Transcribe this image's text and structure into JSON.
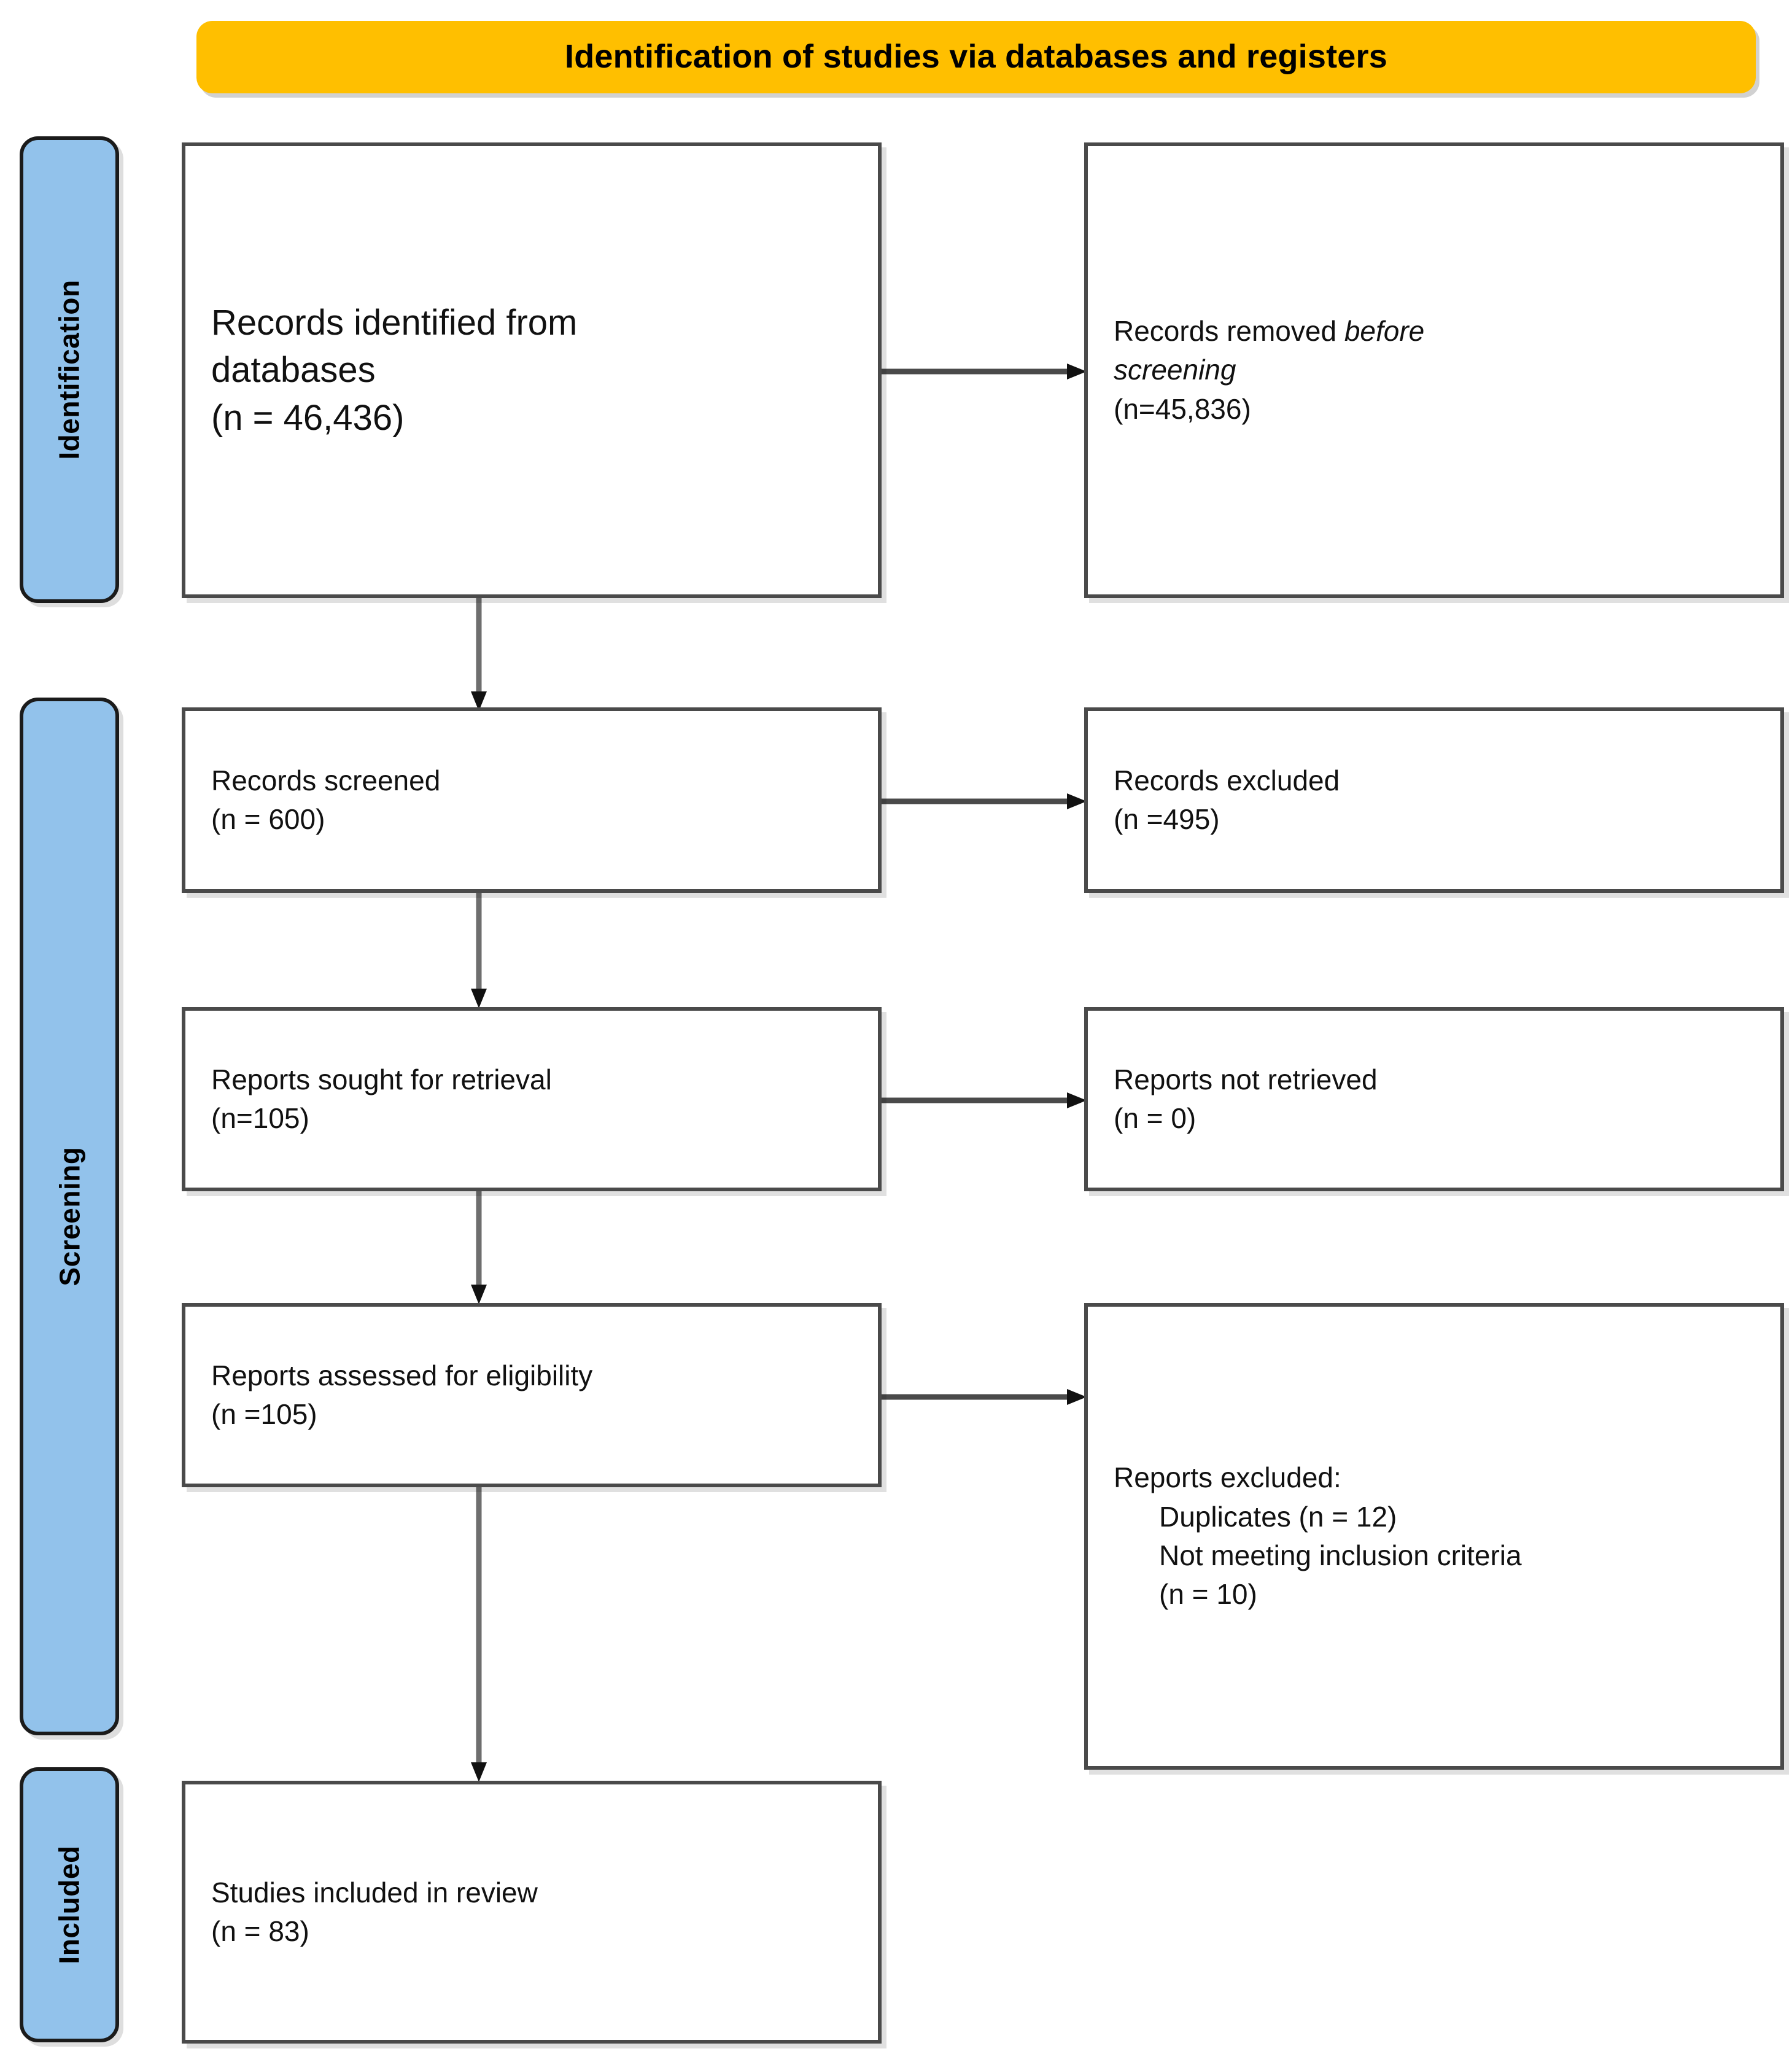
{
  "diagram": {
    "type": "prisma-flow-diagram",
    "header": {
      "title": "Identification of studies via databases and registers",
      "background_color": "#FFBF00",
      "text_color": "#000000"
    },
    "stages": [
      {
        "id": "identification",
        "label": "Identification",
        "color": "#92C2EB"
      },
      {
        "id": "screening",
        "label": "Screening",
        "color": "#92C2EB"
      },
      {
        "id": "included",
        "label": "Included",
        "color": "#92C2EB"
      }
    ],
    "boxes": {
      "identified": {
        "line1": "Records identified from",
        "line2": "databases",
        "line3": "(n = 46,436)",
        "count": 46436
      },
      "removed_before_screening": {
        "line1_plain": "Records removed ",
        "line1_italic": "before",
        "line2_italic": "screening",
        "line3": "(n=45,836)",
        "count": 45836
      },
      "records_screened": {
        "line1": "Records screened",
        "line2": "(n = 600)",
        "count": 600
      },
      "records_excluded": {
        "line1": "Records excluded",
        "line2": "(n =495)",
        "count": 495
      },
      "reports_sought": {
        "line1": "Reports sought for retrieval",
        "line2": "(n=105)",
        "count": 105
      },
      "reports_not_retrieved": {
        "line1": "Reports not retrieved",
        "line2": "(n = 0)",
        "count": 0
      },
      "reports_assessed": {
        "line1": "Reports assessed for eligibility",
        "line2": "(n =105)",
        "count": 105
      },
      "reports_excluded": {
        "line1": "Reports excluded:",
        "line2": "Duplicates (n = 12)",
        "line3": "Not meeting inclusion criteria",
        "line4": "(n = 10)",
        "duplicates_count": 12,
        "not_meeting_count": 10
      },
      "studies_included": {
        "line1": "Studies included in review",
        "line2": "(n = 83)",
        "count": 83
      }
    },
    "connectors": {
      "arrow_color": "#4a4a4a",
      "vertical": [
        {
          "from": "identified",
          "to": "records_screened"
        },
        {
          "from": "records_screened",
          "to": "reports_sought"
        },
        {
          "from": "reports_sought",
          "to": "reports_assessed"
        },
        {
          "from": "reports_assessed",
          "to": "studies_included"
        }
      ],
      "horizontal": [
        {
          "from": "identified",
          "to": "removed_before_screening"
        },
        {
          "from": "records_screened",
          "to": "records_excluded"
        },
        {
          "from": "reports_sought",
          "to": "reports_not_retrieved"
        },
        {
          "from": "reports_assessed",
          "to": "reports_excluded"
        }
      ]
    }
  }
}
